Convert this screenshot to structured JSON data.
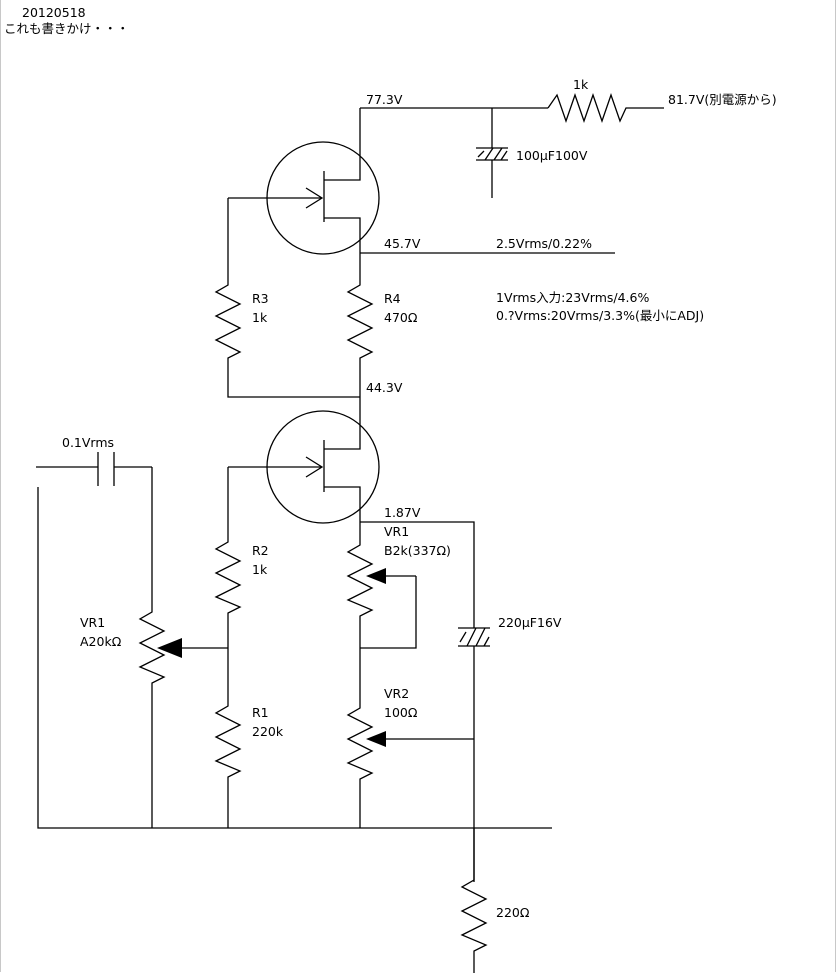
{
  "header": {
    "date": "20120518",
    "note": "これも書きかけ・・・"
  },
  "labels": {
    "v_collector_top": "77.3V",
    "r_supply": "1k",
    "supply": "81.7V(別電源から)",
    "c_supply": "100μF100V",
    "v_out": "45.7V",
    "out_measure": "2.5Vrms/0.22%",
    "r3_name": "R3",
    "r3_value": "1k",
    "r4_name": "R4",
    "r4_value": "470Ω",
    "meas_line1": "1Vrms入力:23Vrms/4.6%",
    "meas_line2": "0.?Vrms:20Vrms/3.3%(最小にADJ)",
    "v_mid": "44.3V",
    "input_level": "0.1Vrms",
    "v_source": "1.87V",
    "vr1b_name": "VR1",
    "vr1b_value": "B2k(337Ω)",
    "r2_name": "R2",
    "r2_value": "1k",
    "vr1a_name": "VR1",
    "vr1a_value": "A20kΩ",
    "c_bypass": "220μF16V",
    "r1_name": "R1",
    "r1_value": "220k",
    "vr2_name": "VR2",
    "vr2_value": "100Ω",
    "r_bottom": "220Ω"
  }
}
